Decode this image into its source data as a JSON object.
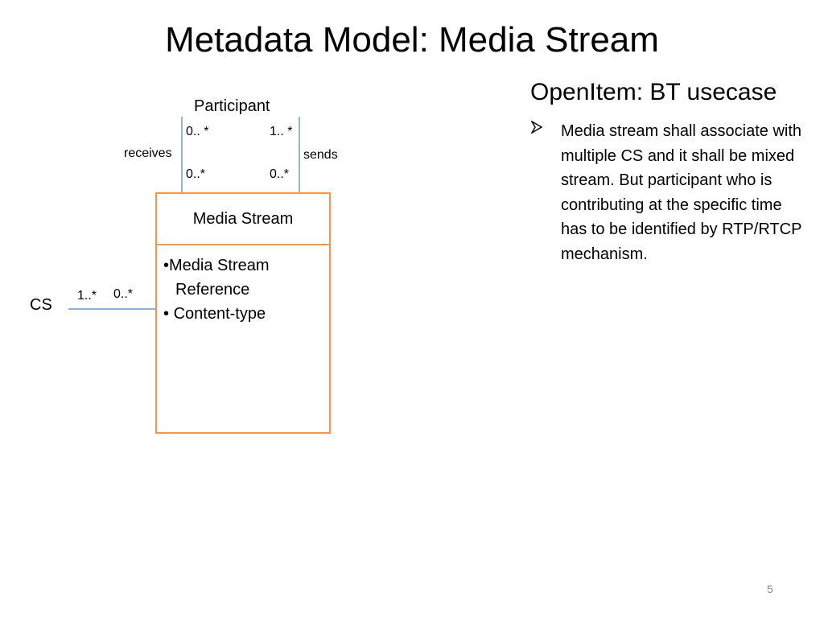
{
  "slide": {
    "title": "Metadata Model:  Media Stream",
    "page_number": "5"
  },
  "diagram": {
    "participant": "Participant",
    "receives_assoc": {
      "label": "receives",
      "participant_end": "0.. *",
      "stream_end": "0..*"
    },
    "sends_assoc": {
      "label": "sends",
      "participant_end": "1.. *",
      "stream_end": "0..*"
    },
    "media_stream": {
      "name": "Media Stream",
      "attributes": [
        {
          "bullet": "•",
          "line1": "Media Stream",
          "line2": "Reference"
        },
        {
          "bullet": "•",
          "line1": " Content-type"
        }
      ]
    },
    "cs": {
      "label": "CS",
      "cs_end": "1..*",
      "stream_end": "0..*"
    },
    "colors": {
      "box_border": "#f79646",
      "connector": "#4f81bd"
    }
  },
  "open_item": {
    "heading": "OpenItem: BT usecase",
    "bullet_icon": "arrow-bullet-icon",
    "bullet_text": "Media stream shall associate with multiple CS and it shall be mixed stream. But  participant who is contributing at the specific time has to be identified by RTP/RTCP mechanism."
  }
}
